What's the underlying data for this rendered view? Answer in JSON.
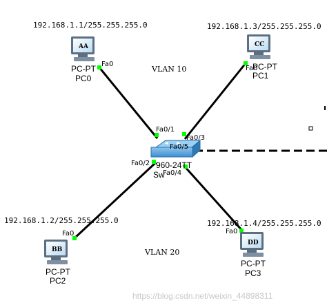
{
  "devices": {
    "pc0": {
      "type_label": "PC-PT",
      "name": "PC0",
      "screen_text": "AA",
      "ip": "192.168.1.1/255.255.255.0",
      "port": "Fa0"
    },
    "pc1": {
      "type_label": "PC-PT",
      "name": "PC1",
      "screen_text": "CC",
      "ip": "192.168.1.3/255.255.255.0",
      "port": "Fa0"
    },
    "pc2": {
      "type_label": "PC-PT",
      "name": "PC2",
      "screen_text": "BB",
      "ip": "192.168.1.2/255.255.255.0",
      "port": "Fa0"
    },
    "pc3": {
      "type_label": "PC-PT",
      "name": "PC3",
      "screen_text": "DD",
      "ip": "192.168.1.4/255.255.255.0",
      "port": "Fa0"
    },
    "switch": {
      "model_label": "960-24TT",
      "name": "Sw"
    }
  },
  "switch_ports": {
    "pc0": "Fa0/1",
    "pc1": "Fa0/3",
    "pc2": "Fa0/2",
    "pc3": "Fa0/4",
    "uplink": "Fa0/5"
  },
  "vlans": {
    "top": "VLAN 10",
    "bottom": "VLAN 20"
  },
  "watermark": "https://blog.csdn.net/weixin_44898311",
  "colors": {
    "link": "#000000",
    "link_light": "#00ff00",
    "switch": "#3d8fcf",
    "pc_body": "#5c6f82"
  }
}
